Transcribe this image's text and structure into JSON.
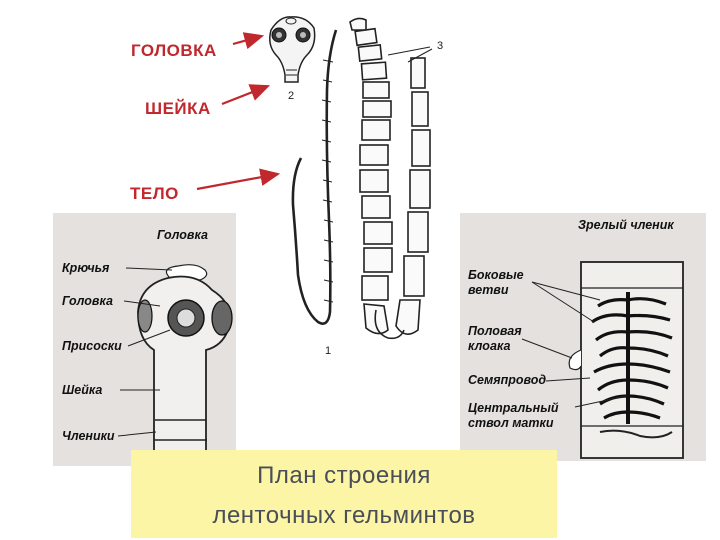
{
  "labels": {
    "head": "ГОЛОВКА",
    "neck": "ШЕЙКА",
    "body": "ТЕЛО"
  },
  "numbers": {
    "n1": "1",
    "n2": "2",
    "n3": "3"
  },
  "left_panel": {
    "title": "Головка",
    "hooks": "Крючья",
    "head": "Головка",
    "suckers": "Присоски",
    "neck": "Шейка",
    "segments": "Членики"
  },
  "right_panel": {
    "title": "Зрелый членик",
    "lateral_branches": "Боковые\nветви",
    "genital_cloaca": "Половая\nклоака",
    "vas_deferens": "Семяпровод",
    "central_uterus": "Центральный\nствол матки"
  },
  "title": {
    "line1": "План строения",
    "line2": "ленточных гельминтов"
  },
  "colors": {
    "accent_red": "#c0282d",
    "title_bg": "#fbf5a5",
    "title_text": "#4a4e58",
    "panel_bg": "#e4e1de"
  }
}
